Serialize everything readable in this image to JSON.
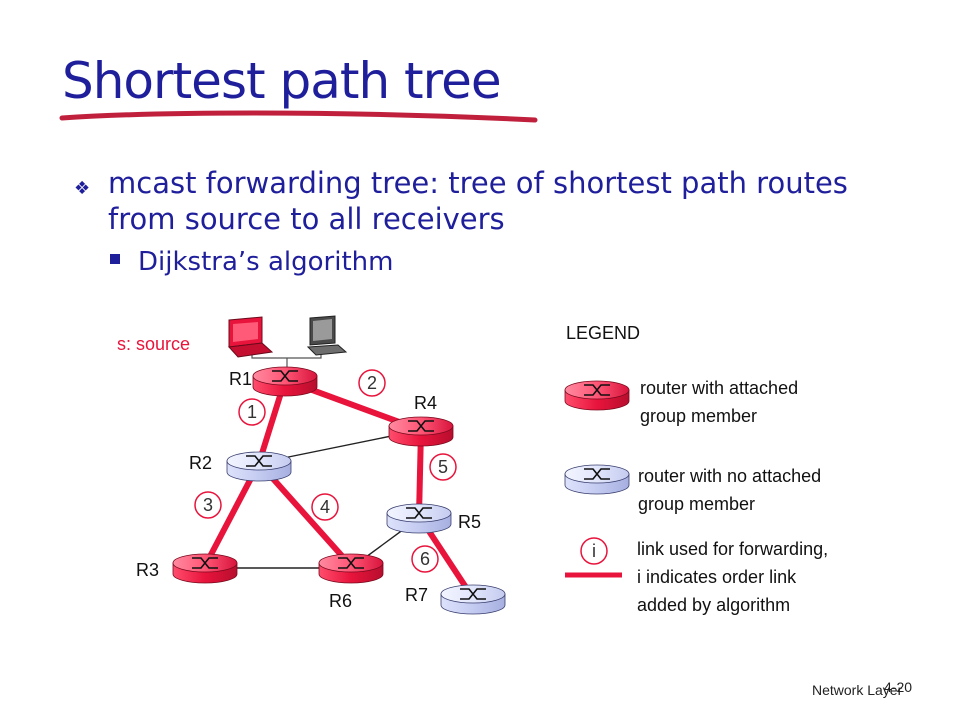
{
  "title": "Shortest path tree",
  "bullets": {
    "main": "mcast forwarding tree: tree of shortest path routes from source to all receivers",
    "sub": "Dijkstra’s algorithm"
  },
  "diagram": {
    "source_label": "s: source",
    "routers": {
      "r1": {
        "label": "R1",
        "type": "member"
      },
      "r2": {
        "label": "R2",
        "type": "non-member"
      },
      "r3": {
        "label": "R3",
        "type": "member"
      },
      "r4": {
        "label": "R4",
        "type": "member"
      },
      "r5": {
        "label": "R5",
        "type": "non-member"
      },
      "r6": {
        "label": "R6",
        "type": "member"
      },
      "r7": {
        "label": "R7",
        "type": "non-member"
      }
    },
    "order": {
      "o1": "1",
      "o2": "2",
      "o3": "3",
      "o4": "4",
      "o5": "5",
      "o6": "6"
    }
  },
  "legend": {
    "heading": "LEGEND",
    "member_line1": "router with attached",
    "member_line2": "group member",
    "nonmember_line1": "router with no attached",
    "nonmember_line2": "group member",
    "link_symbol": "i",
    "link_line1": "link used for forwarding,",
    "link_line2": "i indicates order link",
    "link_line3": "added by algorithm"
  },
  "footer": {
    "label": "Network Layer",
    "page": "4-20"
  },
  "colors": {
    "title": "#1f1f9c",
    "tree_link": "#e8143c",
    "member_router": "#e8143c",
    "nonmember_router": "#c7cdf2",
    "underline": "#c0203c"
  }
}
